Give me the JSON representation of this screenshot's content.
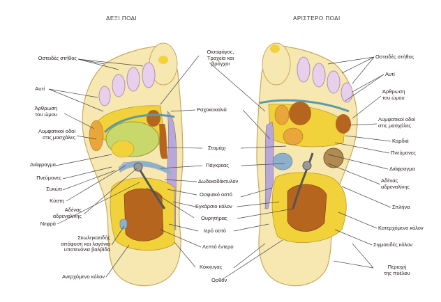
{
  "titles": {
    "right_foot": "ΔΕΞΙ ΠΟΔΙ",
    "left_foot": "ΑΡΙΣΤΕΡΟ ΠΟΔΙ"
  },
  "left_labels": {
    "sinuses": "Οστειδές στήθος",
    "ear": "Αυτί",
    "shoulder": "Άρθρωση\nτου ώμου",
    "lymph": "Λυμφατικοί οδοί\nστις μασχάλες",
    "diaphragm": "Διάφραγμα",
    "lungs": "Πνεύμονες",
    "liver": "Συκώτι",
    "gallbladder": "Κύστη",
    "adrenal": "Αδένας\nαδρεναλίνης",
    "kidney": "Νεφρά",
    "ileocecal": "Σκωληκοειδής\nαπόφυση και λαγόνια\nυποτενόνια βαλβίδα",
    "ascending_colon": "Ανερχόμενο κόλον"
  },
  "center_labels": {
    "esophagus": "Οισοφάγος,\nΤραχεία και\nβρόγχοι",
    "spine": "Ραχοκοκαλιά",
    "stomach": "Στομάχι",
    "pancreas": "Πάγκρεας",
    "duodenum": "Δωδεκαδάκτυλον",
    "lumbar": "Οσφυϊκό οστό",
    "transverse_colon": "Εγκάρσιο κόλον",
    "ureter": "Ουρητήρας",
    "sacrum": "Ιερό οστό",
    "small_intestine": "Λεπτό έντερο",
    "coccyx": "Κόκκυγας",
    "rectum": "Ορθόν"
  },
  "right_labels": {
    "sinuses": "Οστειδές στήθος",
    "ear": "Αυτί",
    "shoulder": "Άρθρωση\nτου ώμου",
    "lymph": "Λυμφατικοί οδοί\nστις μασχάλες",
    "heart": "Καρδιά",
    "lungs": "Πνεύμονες",
    "diaphragm": "Διάφραγμα",
    "adrenal": "Αδένας\nαδρεναλίνης",
    "spleen": "Σπλήνα",
    "descending_colon": "Κατερχόμενο κόλον",
    "sigmoid_colon": "Σιγμοειδές κόλον",
    "pelvis": "Περιοχή\nτης πυέλου"
  },
  "colors": {
    "skin": "#f7e7b0",
    "toe": "#e8d0ec",
    "yellow": "#f2d23a",
    "green": "#c8d86a",
    "blue": "#8fb0cc",
    "brown": "#b5651e",
    "lilac": "#b8a8d8",
    "line": "#444444"
  }
}
